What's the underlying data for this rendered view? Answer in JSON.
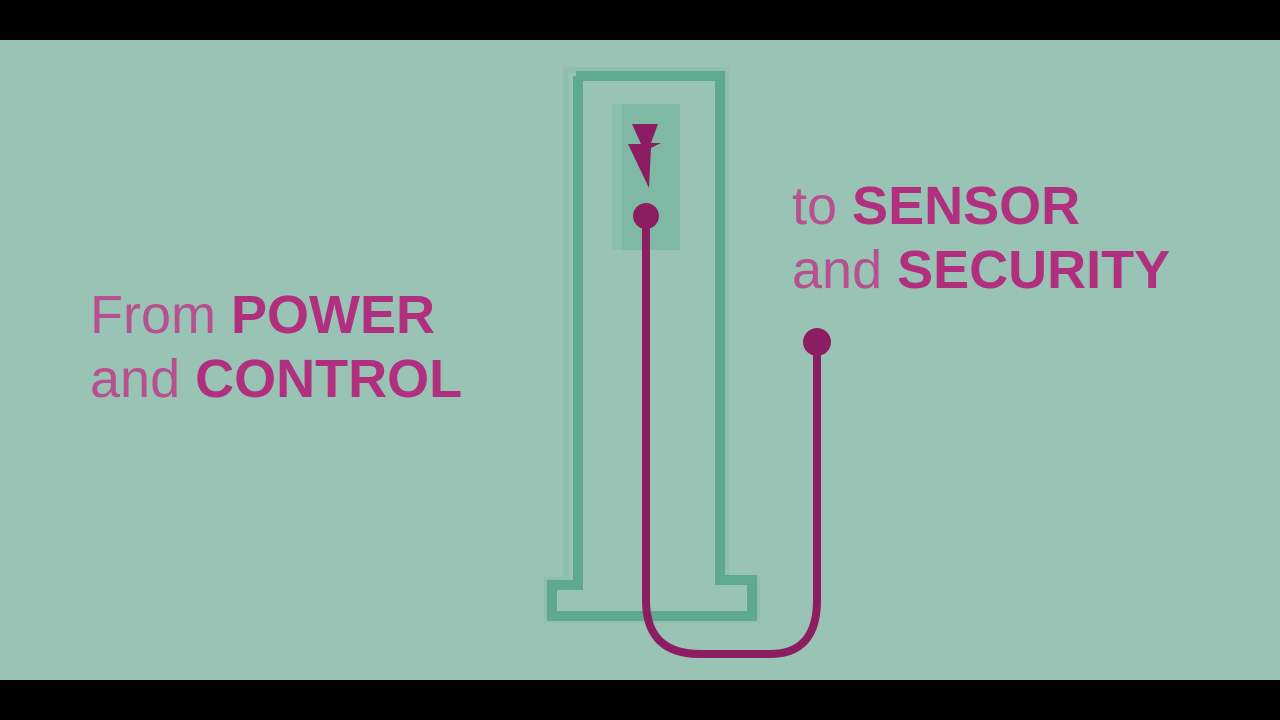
{
  "frame": {
    "letterbox_color": "#000000",
    "background_color": "#99c3b5"
  },
  "colors": {
    "accent_magenta": "#8d1d63",
    "text_magenta": "#b0307f",
    "tower_stroke": "#5fa891",
    "tower_panel": "#7fb8a5"
  },
  "caption_left": {
    "line1": {
      "light": "From ",
      "bold": "POWER"
    },
    "line2": {
      "light": "and ",
      "bold": "CONTROL"
    }
  },
  "caption_right": {
    "line1": {
      "light": "to ",
      "bold": "SENSOR"
    },
    "line2": {
      "light": "and ",
      "bold": "SECURITY"
    }
  },
  "illustration": {
    "tower_icon": "charging-post-outline",
    "panel_icon": "lightning-bolt-icon",
    "cable": "u-shaped-cable-with-end-nodes"
  }
}
